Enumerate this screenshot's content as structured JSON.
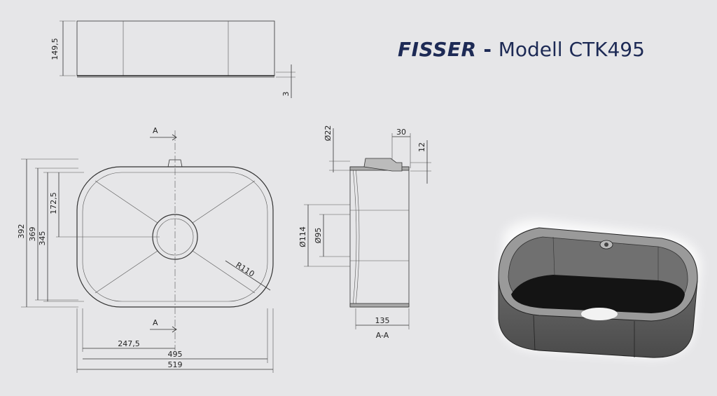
{
  "title": {
    "brand": "FISSER",
    "separator": " - ",
    "model": "Modell CTK495"
  },
  "dimensions": {
    "height_overall": "149,5",
    "rim": "3",
    "depth_392": "392",
    "depth_369": "369",
    "depth_345": "345",
    "half_depth": "172,5",
    "half_width": "247,5",
    "width_495": "495",
    "width_519": "519",
    "radius": "R110",
    "section_mark_top": "A",
    "section_mark_bottom": "A",
    "overflow_dia": "Ø22",
    "overflow_w": "30",
    "overflow_h": "12",
    "drain_outer": "Ø114",
    "drain_inner": "Ø95",
    "section_depth": "135",
    "section_label": "A-A"
  },
  "colors": {
    "background": "#e6e6e8",
    "title": "#1d2a55",
    "line": "#333333",
    "sink_body": "#5a5a5a",
    "sink_interior": "#1a1a1a"
  }
}
